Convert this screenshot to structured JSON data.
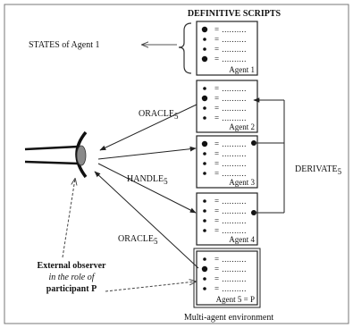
{
  "title": "DEFINITIVE SCRIPTS",
  "states_label": "STATES of Agent 1",
  "agents": [
    {
      "label": "Agent 1",
      "big_bullets": [
        0,
        3
      ]
    },
    {
      "label": "Agent 2",
      "big_bullets": [
        1
      ]
    },
    {
      "label": "Agent 3",
      "big_bullets": [
        0
      ]
    },
    {
      "label": "Agent 4",
      "big_bullets": []
    },
    {
      "label": "Agent 5 = P",
      "big_bullets": [
        1
      ]
    }
  ],
  "row_glyph": "= ..........",
  "oracle_top": "ORACLE",
  "handle": "HANDLE",
  "oracle_bottom": "ORACLE",
  "derivate": "DERIVATE",
  "subscript": "5",
  "observer": {
    "line1": "External observer",
    "line2": "in the role of",
    "line3": "participant P"
  },
  "environment_label": "Multi-agent environment"
}
